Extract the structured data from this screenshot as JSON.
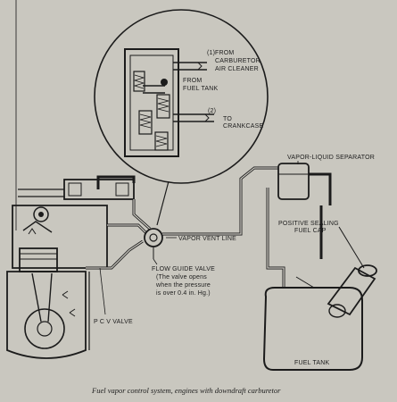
{
  "diagram": {
    "labels": {
      "from_carburetor": "(1) FROM CARBURETOR AIR CLEANER",
      "from_carburetor_1": "(1)",
      "from_carburetor_2": "FROM",
      "from_carburetor_3": "CARBURETOR",
      "from_carburetor_4": "AIR CLEANER",
      "from_fuel_tank_1": "FROM",
      "from_fuel_tank_2": "FUEL TANK",
      "to_crankcase_1": "(2)",
      "to_crankcase_2": "TO",
      "to_crankcase_3": "CRANKCASE",
      "vapor_liquid_separator": "VAPOR-LIQUID SEPARATOR",
      "vapor_vent_line": "VAPOR VENT LINE",
      "positive_sealing_1": "POSITIVE SEALING",
      "positive_sealing_2": "FUEL CAP",
      "flow_guide_1": "FLOW GUIDE VALVE",
      "flow_guide_2": "(The valve opens",
      "flow_guide_3": "when the pressure",
      "flow_guide_4": "is over 0.4 in. Hg.)",
      "pcv_valve": "P C V VALVE",
      "fuel_tank": "FUEL TANK"
    },
    "caption": "Fuel vapor control system, engines with downdraft carburetor"
  }
}
